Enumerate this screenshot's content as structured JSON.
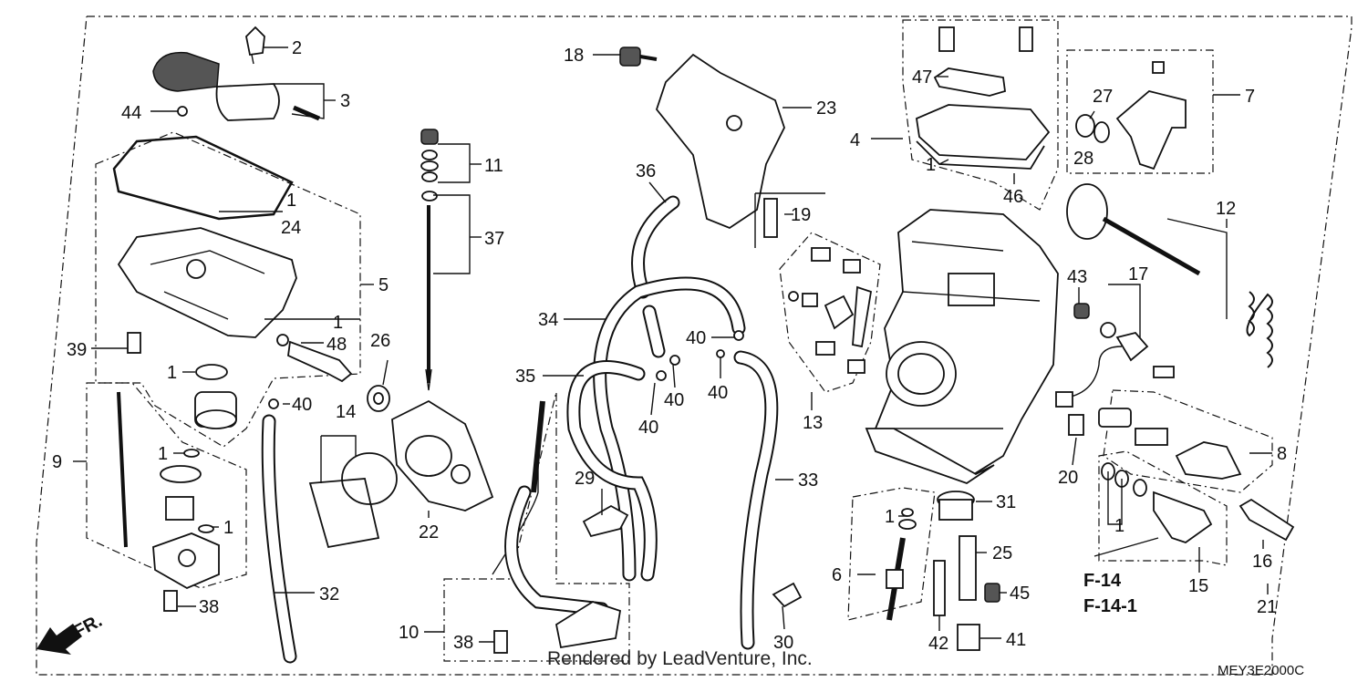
{
  "diagram": {
    "part_numbers": [
      "1",
      "2",
      "3",
      "4",
      "5",
      "6",
      "7",
      "8",
      "9",
      "10",
      "11",
      "12",
      "13",
      "14",
      "15",
      "16",
      "17",
      "18",
      "19",
      "20",
      "21",
      "22",
      "23",
      "24",
      "25",
      "26",
      "27",
      "28",
      "29",
      "30",
      "31",
      "32",
      "33",
      "34",
      "35",
      "36",
      "37",
      "38",
      "39",
      "40",
      "41",
      "42",
      "43",
      "44",
      "45",
      "46",
      "47",
      "48"
    ],
    "callouts": {
      "c1a": "1",
      "c1b": "1",
      "c1c": "1",
      "c1d": "1",
      "c1e": "1",
      "c1f": "1",
      "c1g": "1",
      "c1h": "1",
      "c2": "2",
      "c3": "3",
      "c4": "4",
      "c5": "5",
      "c6": "6",
      "c7": "7",
      "c8": "8",
      "c9": "9",
      "c10": "10",
      "c11": "11",
      "c12": "12",
      "c13": "13",
      "c14": "14",
      "c15": "15",
      "c16": "16",
      "c17": "17",
      "c18": "18",
      "c19": "19",
      "c20": "20",
      "c21": "21",
      "c22": "22",
      "c23": "23",
      "c24": "24",
      "c25": "25",
      "c26": "26",
      "c27": "27",
      "c28": "28",
      "c29": "29",
      "c30": "30",
      "c31": "31",
      "c32": "32",
      "c33": "33",
      "c34": "34",
      "c35": "35",
      "c36": "36",
      "c37": "37",
      "c38a": "38",
      "c38b": "38",
      "c39": "39",
      "c40a": "40",
      "c40b": "40",
      "c40c": "40",
      "c40d": "40",
      "c40e": "40",
      "c41": "41",
      "c42": "42",
      "c43": "43",
      "c44": "44",
      "c45": "45",
      "c46": "46",
      "c47": "47",
      "c48": "48"
    },
    "fig_refs": [
      "F-14",
      "F-14-1"
    ],
    "direction_label": "FR.",
    "diagram_code": "MEY3E2000C",
    "watermark": "Rendered by LeadVenture, Inc."
  }
}
